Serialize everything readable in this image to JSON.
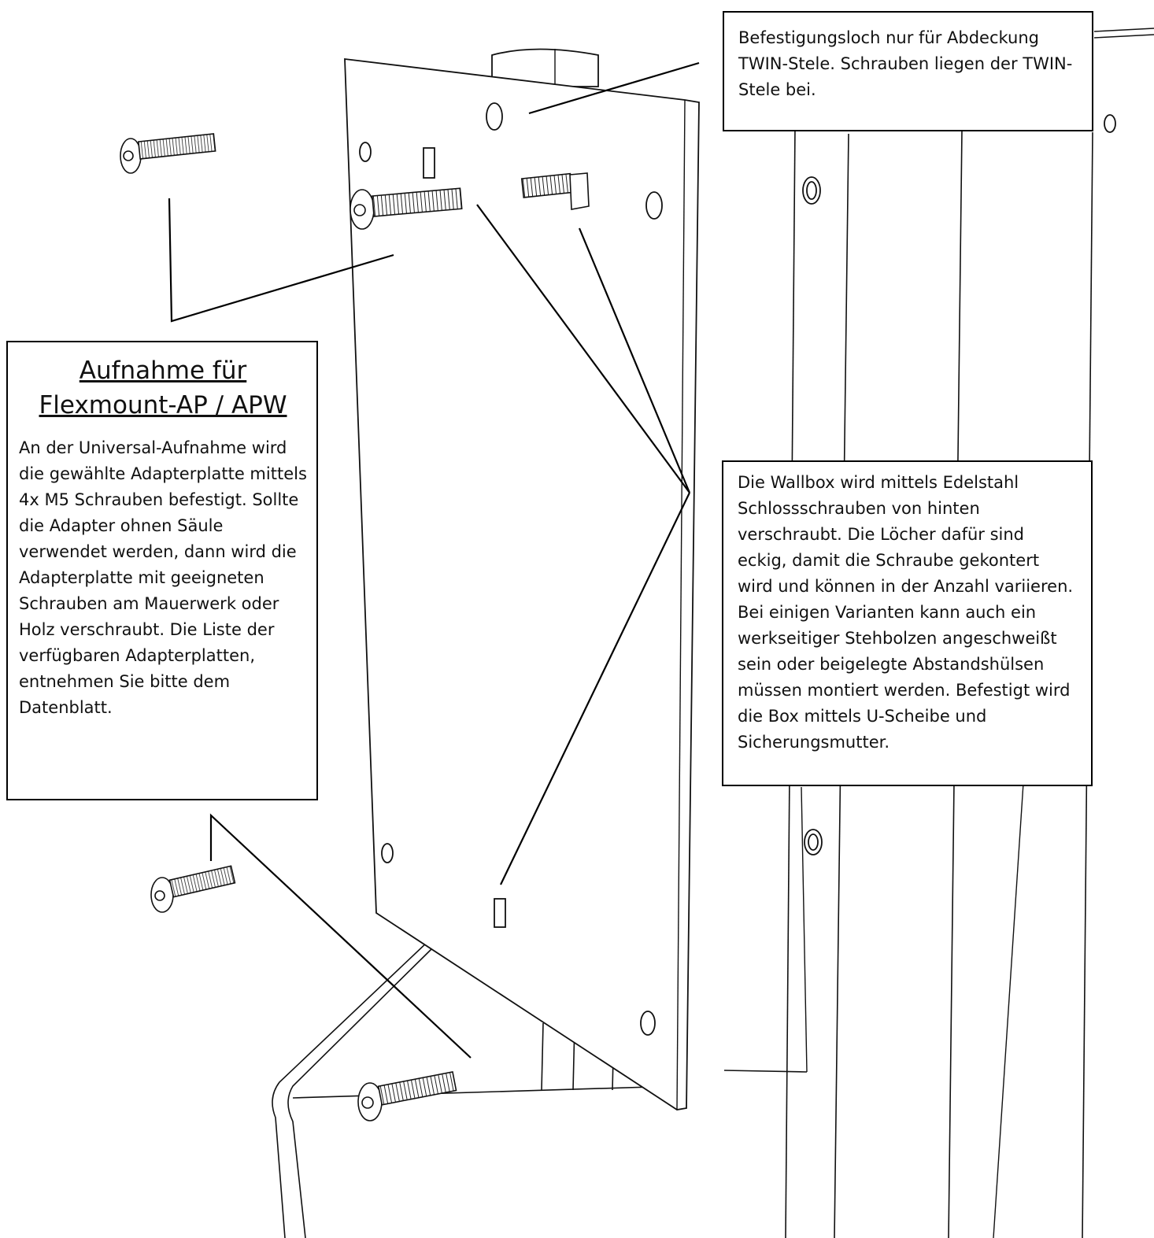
{
  "callouts": {
    "top": {
      "text": "Befestigungsloch nur für Abdeckung TWIN-Stele. Schrauben liegen der TWIN-Stele bei."
    },
    "left": {
      "title_line1": "Aufnahme für",
      "title_line2": "Flexmount-AP / APW",
      "text": "An der Universal-Aufnahme wird die gewählte Adapterplatte mittels 4x M5 Schrauben befestigt. Sollte die Adapter ohnen Säule verwendet werden, dann wird die Adapterplatte mit geeigneten Schrauben am Mauerwerk oder Holz verschraubt.  Die Liste der verfügbaren Adapterplatten, entnehmen Sie bitte dem Datenblatt."
    },
    "right": {
      "text": "Die Wallbox wird mittels Edelstahl Schlossschrauben von hinten verschraubt. Die Löcher dafür sind eckig, damit die Schraube gekontert wird und können in der Anzahl variieren. Bei einigen Varianten kann auch ein werkseitiger Stehbolzen angeschweißt sein oder beigelegte Abstandshülsen müssen montiert werden. Befestigt wird die Box mittels U-Scheibe und Sicherungsmutter."
    }
  },
  "style": {
    "line_color": "#000000",
    "background": "#ffffff"
  }
}
